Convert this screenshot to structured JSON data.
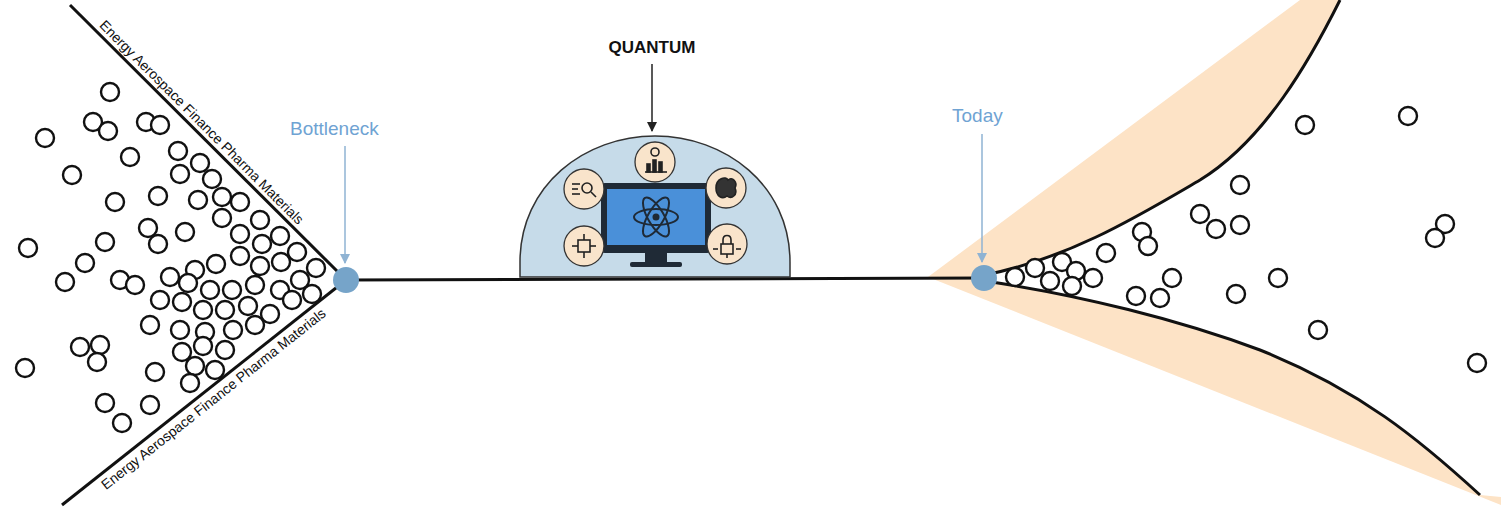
{
  "diagram": {
    "labels": [
      "Energy Aerospace Finance Pharma Materials",
      "Energy Aerospace Finance Pharma Materials",
      "Bottleneck",
      "QUANTUM",
      "Today"
    ]
  }
}
